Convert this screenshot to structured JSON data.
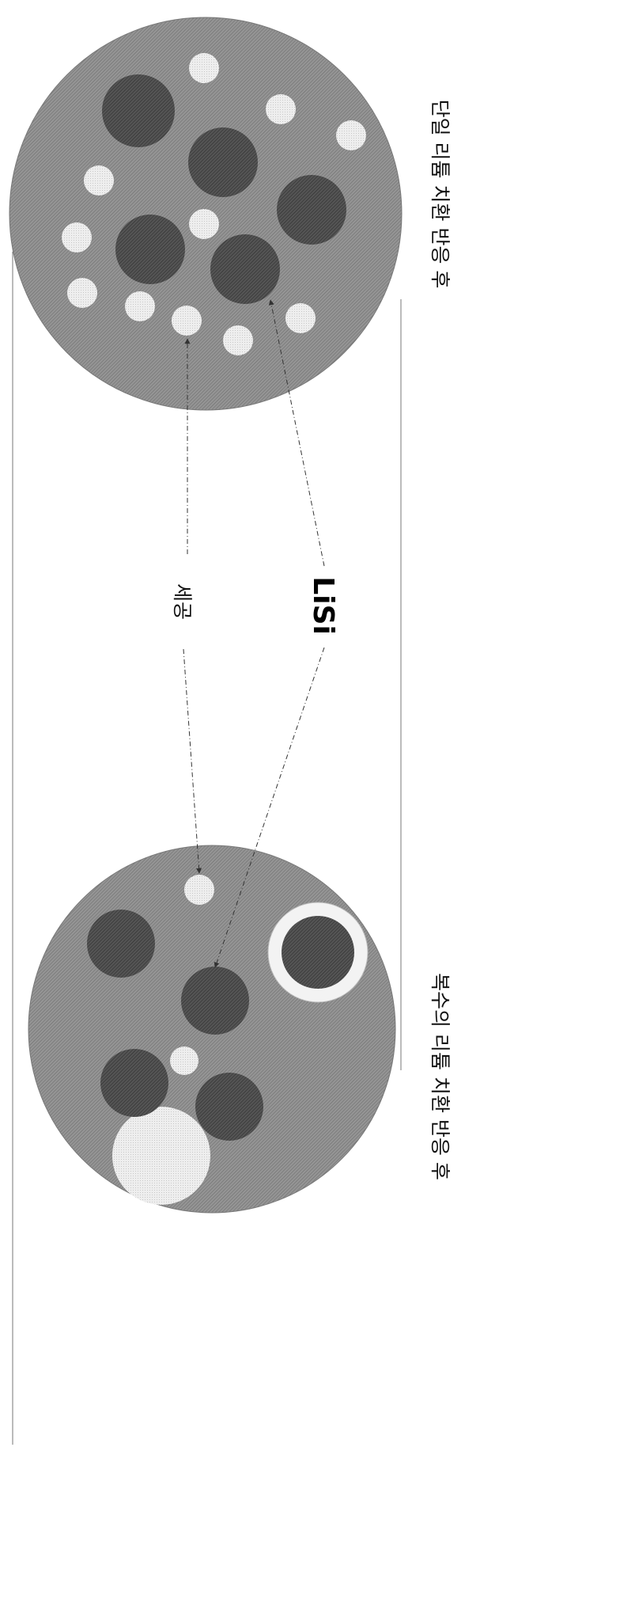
{
  "labels": {
    "after_single": "단일 리튬 치환 반응 후",
    "after_multiple": "복수의 리튬 치환 반응 후",
    "pore": "세공",
    "lisi": "LiSi"
  },
  "colors": {
    "matrix": "#8f8f8f",
    "lisi_particle": "#4a4a4a",
    "pore": "#e9e9e9",
    "ring": "#f2f2f2",
    "line": "#333333"
  }
}
